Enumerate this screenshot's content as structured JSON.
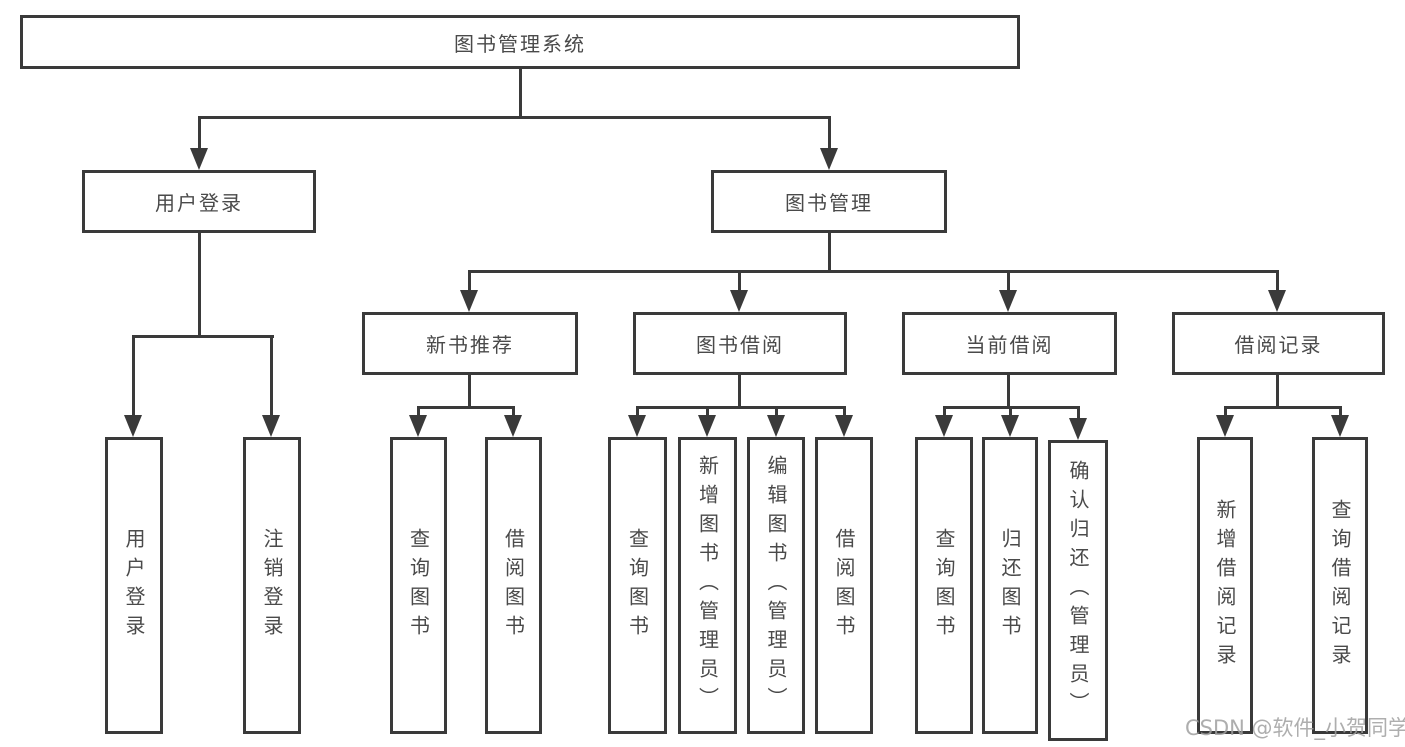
{
  "tree": {
    "root": "图书管理系统",
    "branches": [
      {
        "label": "用户登录",
        "children": [
          "用户登录",
          "注销登录"
        ]
      },
      {
        "label": "图书管理",
        "groups": [
          {
            "label": "新书推荐",
            "children": [
              "查询图书",
              "借阅图书"
            ]
          },
          {
            "label": "图书借阅",
            "children": [
              "查询图书",
              "新增图书（管理员）",
              "编辑图书（管理员）",
              "借阅图书"
            ]
          },
          {
            "label": "当前借阅",
            "children": [
              "查询图书",
              "归还图书",
              "确认归还（管理员）"
            ]
          },
          {
            "label": "借阅记录",
            "children": [
              "新增借阅记录",
              "查询借阅记录"
            ]
          }
        ]
      }
    ]
  },
  "watermark": "CSDN @软件_小贺同学",
  "colors": {
    "line": "#3a3a3a",
    "text": "#4a4a4a",
    "watermark": "#a0a0a0",
    "background": "#ffffff"
  }
}
